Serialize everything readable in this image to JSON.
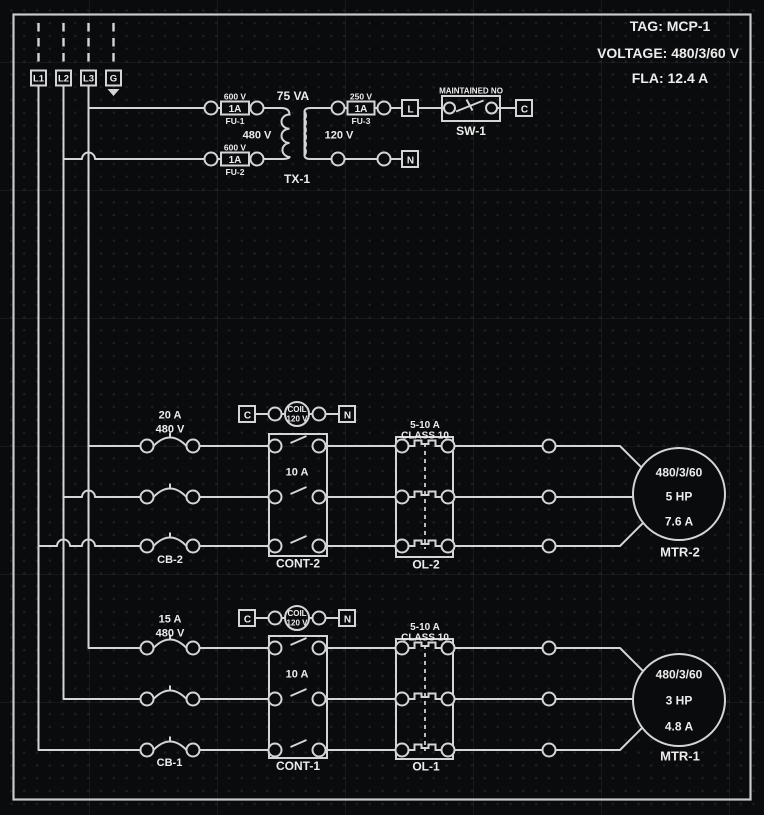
{
  "title_block": {
    "tag_label": "TAG: MCP-1",
    "voltage_label": "VOLTAGE: 480/3/60 V",
    "fla_label": "FLA: 12.4 A"
  },
  "incoming_terminals": {
    "l1": "L1",
    "l2": "L2",
    "l3": "L3",
    "g": "G"
  },
  "control_circuit": {
    "fu1": {
      "volts": "600 V",
      "amps": "1A",
      "tag": "FU-1"
    },
    "fu2": {
      "volts": "600 V",
      "amps": "1A",
      "tag": "FU-2"
    },
    "fu3": {
      "volts": "250 V",
      "amps": "1A",
      "tag": "FU-3"
    },
    "transformer": {
      "rating": "75 VA",
      "primary": "480 V",
      "secondary": "120 V",
      "tag": "TX-1"
    },
    "terminal_l": "L",
    "terminal_n": "N",
    "terminal_c": "C",
    "switch": {
      "note": "MAINTAINED NO",
      "tag": "SW-1"
    }
  },
  "motor_circuits": [
    {
      "breaker": {
        "amps": "20 A",
        "volts": "480 V",
        "tag": "CB-2"
      },
      "coil": {
        "terminal_c": "C",
        "terminal_n": "N",
        "line1": "COIL",
        "line2": "120 V"
      },
      "contactor": {
        "amps": "10 A",
        "tag": "CONT-2"
      },
      "overload": {
        "range": "5-10 A",
        "class": "CLASS 10",
        "tag": "OL-2"
      },
      "motor": {
        "voltage": "480/3/60",
        "hp": "5 HP",
        "fla": "7.6 A",
        "tag": "MTR-2"
      }
    },
    {
      "breaker": {
        "amps": "15 A",
        "volts": "480 V",
        "tag": "CB-1"
      },
      "coil": {
        "terminal_c": "C",
        "terminal_n": "N",
        "line1": "COIL",
        "line2": "120 V"
      },
      "contactor": {
        "amps": "10 A",
        "tag": "CONT-1"
      },
      "overload": {
        "range": "5-10 A",
        "class": "CLASS 10",
        "tag": "OL-1"
      },
      "motor": {
        "voltage": "480/3/60",
        "hp": "3 HP",
        "fla": "4.8 A",
        "tag": "MTR-1"
      }
    }
  ],
  "colors": {
    "background": "#0a0b0d",
    "wire": "#d5d5d7",
    "text": "#ececec"
  }
}
